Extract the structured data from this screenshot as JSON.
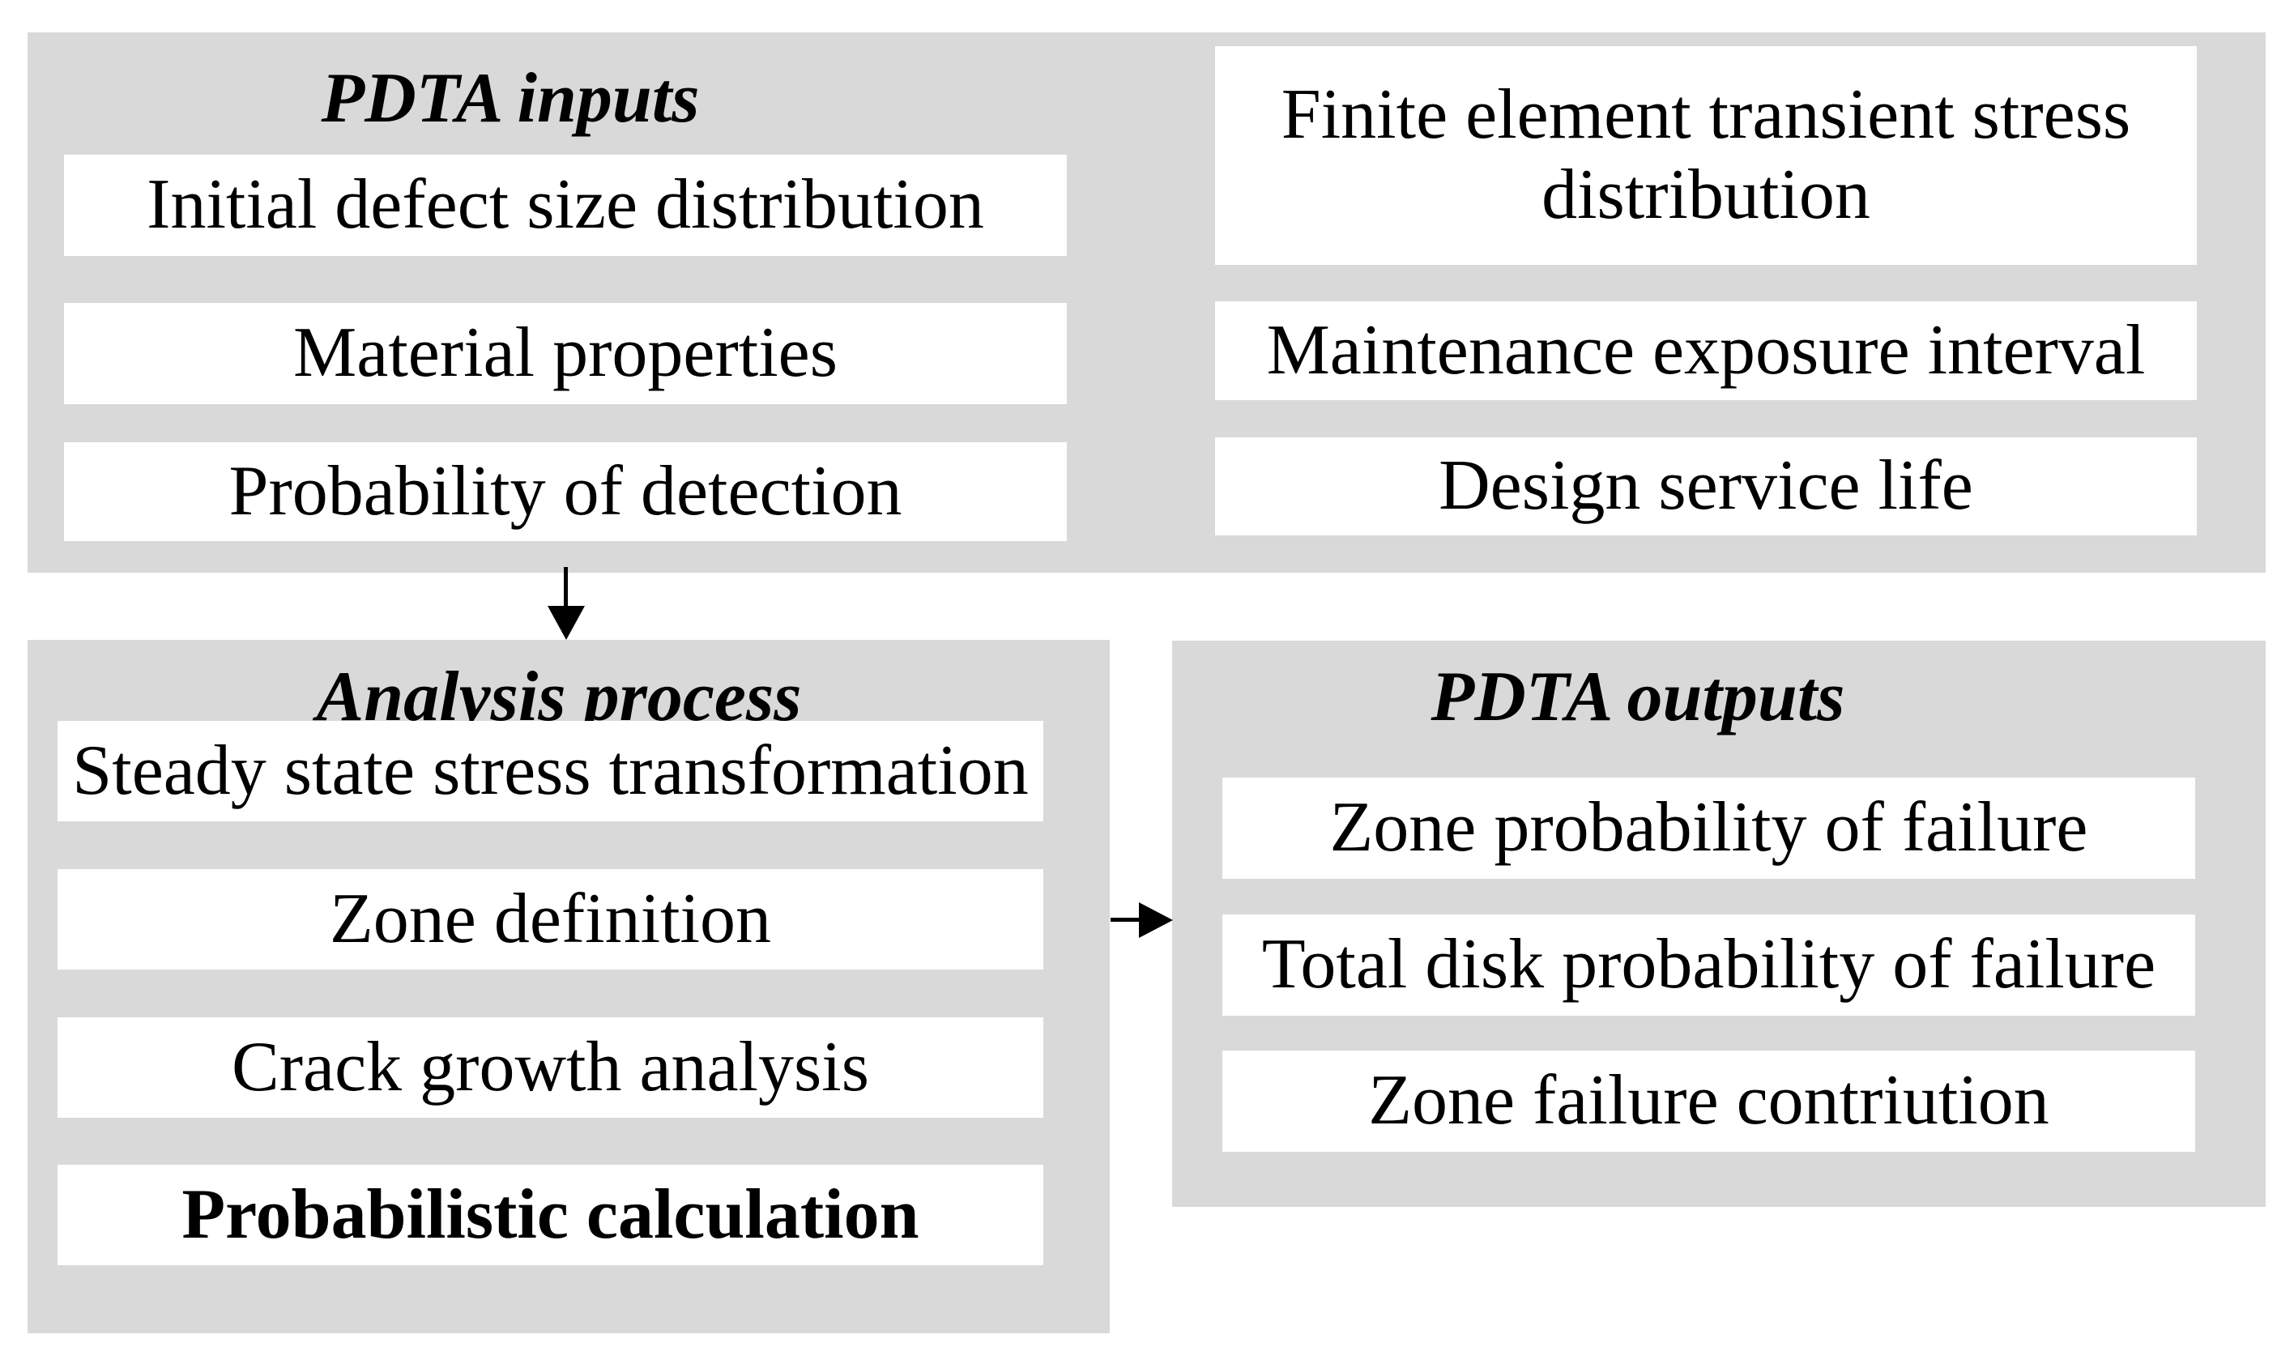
{
  "figure": {
    "inputs_panel": {
      "title": "PDTA inputs",
      "left_items": [
        "Initial defect size distribution",
        "Material properties",
        "Probability of detection"
      ],
      "right_items": [
        "Finite element transient stress distribution",
        "Maintenance exposure interval",
        "Design service life"
      ]
    },
    "process_panel": {
      "title": "Analysis process",
      "items": [
        "Steady state stress transformation",
        "Zone definition",
        "Crack growth analysis",
        "Probabilistic calculation"
      ]
    },
    "outputs_panel": {
      "title": "PDTA outputs",
      "items": [
        "Zone probability of failure",
        "Total disk probability of failure",
        "Zone failure contriution"
      ]
    },
    "colors": {
      "panel_bg": "#d9d9d9",
      "box_bg": "#ffffff",
      "text": "#000000",
      "arrow": "#000000"
    }
  }
}
